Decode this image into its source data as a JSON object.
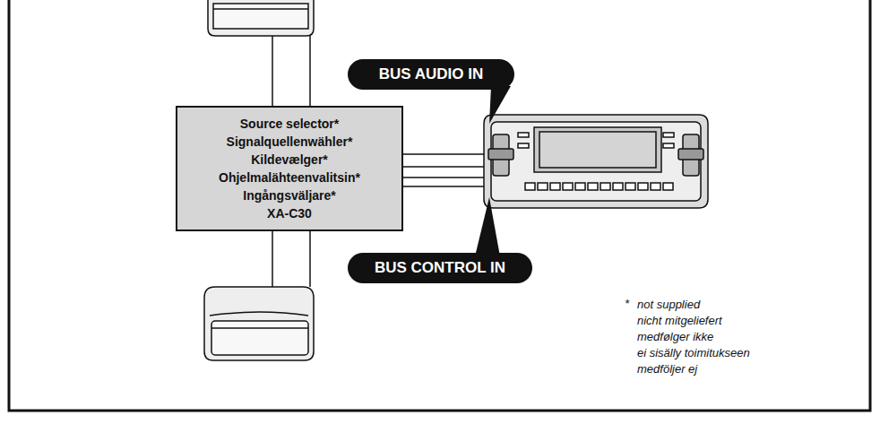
{
  "diagram": {
    "nodes": [
      {
        "text": [
          "Source selector*",
          "Signalquellenwähler*",
          "Kildevælger*",
          "Ohjelmalähteenvalitsin*",
          "Ingångsväljare*",
          "XA-C30"
        ]
      },
      {
        "text": [
          "BUS AUDIO IN"
        ]
      },
      {
        "text": [
          "BUS CONTROL IN"
        ]
      }
    ],
    "labels": [
      "*",
      "not supplied",
      "nicht mitgeliefert",
      "medfølger ikke",
      "ei sisälly toimitukseen",
      "medföljer ej"
    ]
  }
}
